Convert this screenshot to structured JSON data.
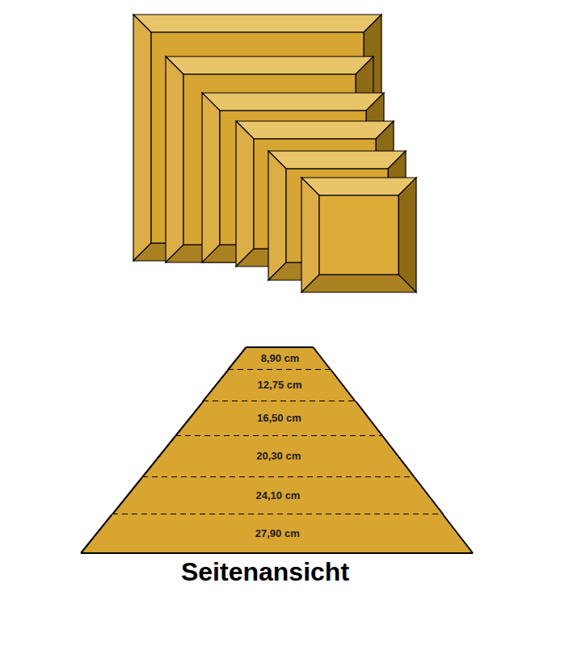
{
  "diagram": {
    "title": "Seitenansicht",
    "nodes": [
      {
        "text": [
          "8,90 cm"
        ]
      },
      {
        "text": [
          "12,75 cm"
        ]
      },
      {
        "text": [
          "16,50 cm"
        ]
      },
      {
        "text": [
          "20,30 cm"
        ]
      },
      {
        "text": [
          "24,10 cm"
        ]
      },
      {
        "text": [
          "27,90 cm"
        ]
      }
    ]
  }
}
